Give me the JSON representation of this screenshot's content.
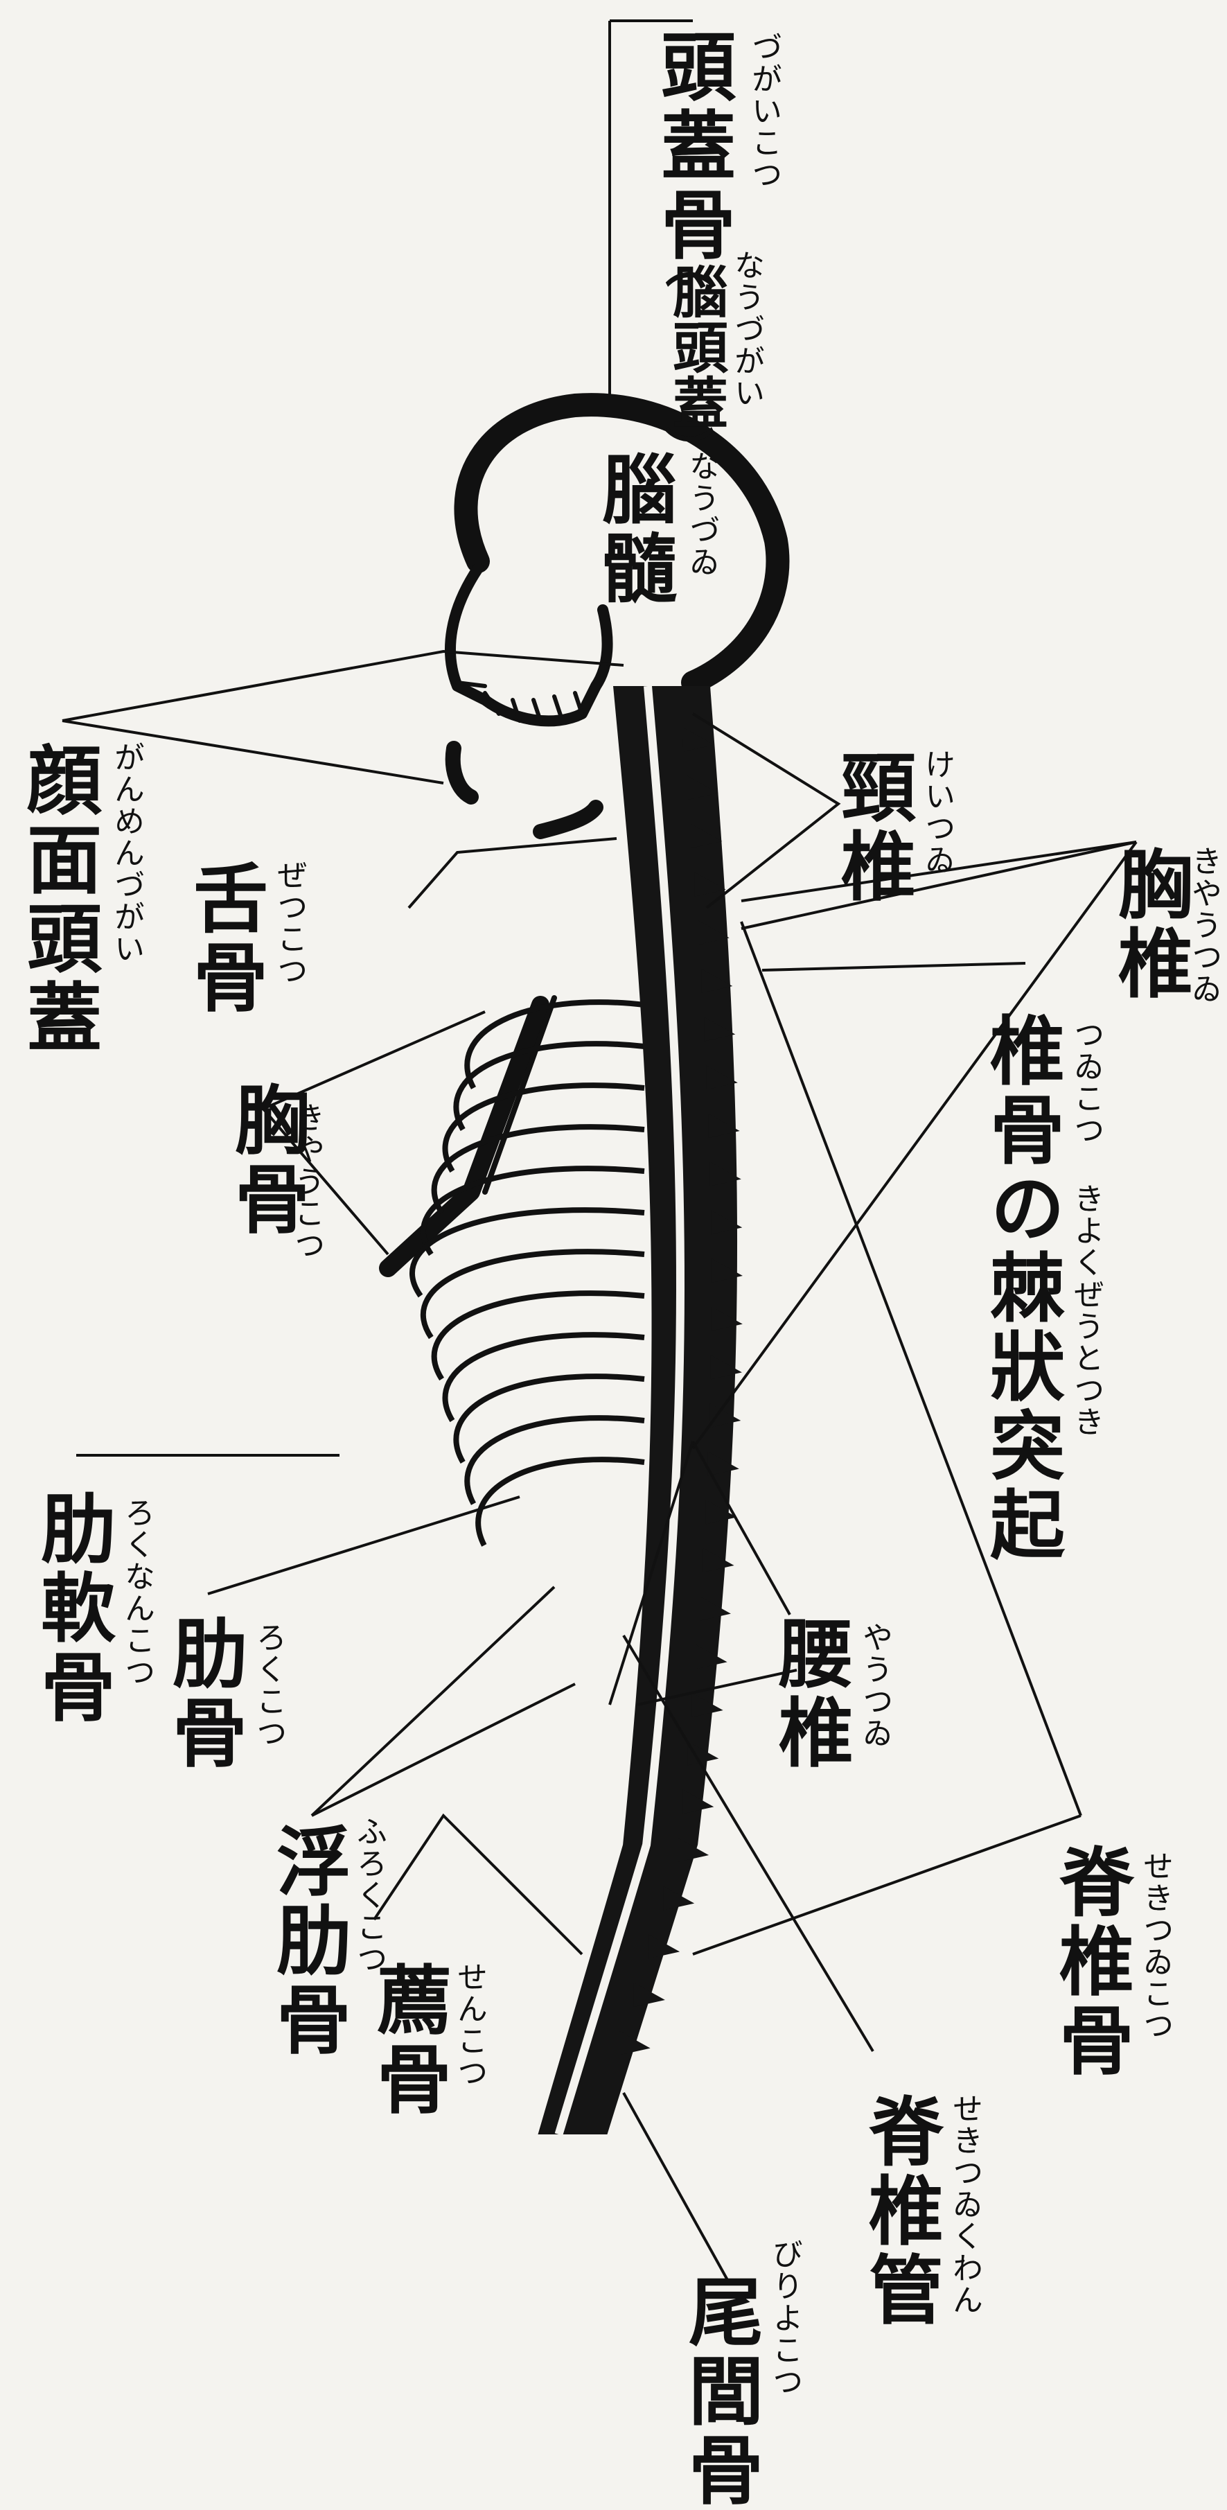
{
  "diagram": {
    "labels": [
      {
        "id": "zugaikotsu",
        "term": "頭蓋骨",
        "ruby": "づがいこつ"
      },
      {
        "id": "noutougai",
        "term": "腦頭蓋",
        "ruby": "なうづがい"
      },
      {
        "id": "nouzui",
        "term": "腦髓",
        "ruby": "なうづゐ"
      },
      {
        "id": "keitsui",
        "term": "頸椎",
        "ruby": "けいつゐ"
      },
      {
        "id": "ganmentougai",
        "term": "顔面頭蓋",
        "ruby": "がんめんづがい"
      },
      {
        "id": "kyoutsui",
        "term": "胸椎",
        "ruby": "きやうつゐ"
      },
      {
        "id": "zekkotsu",
        "term": "舌骨",
        "ruby": "ぜつこつ"
      },
      {
        "id": "tsuikotsu-kyoku",
        "term": "椎骨の棘狀突起",
        "ruby": "つゐこつ きよくぜうとつき"
      },
      {
        "id": "kyoukotsu",
        "term": "胸骨",
        "ruby": "きやうこつ"
      },
      {
        "id": "rokunankotsu",
        "term": "肋軟骨",
        "ruby": "ろくなんこつ"
      },
      {
        "id": "rokkotsu",
        "term": "肋骨",
        "ruby": "ろくこつ"
      },
      {
        "id": "youtsui",
        "term": "腰椎",
        "ruby": "やうつゐ"
      },
      {
        "id": "furokkotsu",
        "term": "浮肋骨",
        "ruby": "ふろくこつ"
      },
      {
        "id": "sekitsuikotsu",
        "term": "脊椎骨",
        "ruby": "せきつゐこつ"
      },
      {
        "id": "senkotsu",
        "term": "薦骨",
        "ruby": "せんこつ"
      },
      {
        "id": "sekitsuikan",
        "term": "脊椎管",
        "ruby": "せきつゐくわん"
      },
      {
        "id": "biryokotsu",
        "term": "尾閭骨",
        "ruby": "びりよこつ"
      }
    ],
    "parens": [
      "（",
      "）"
    ],
    "colors": {
      "ink": "#111111",
      "paper": "#f4f3ef"
    }
  }
}
